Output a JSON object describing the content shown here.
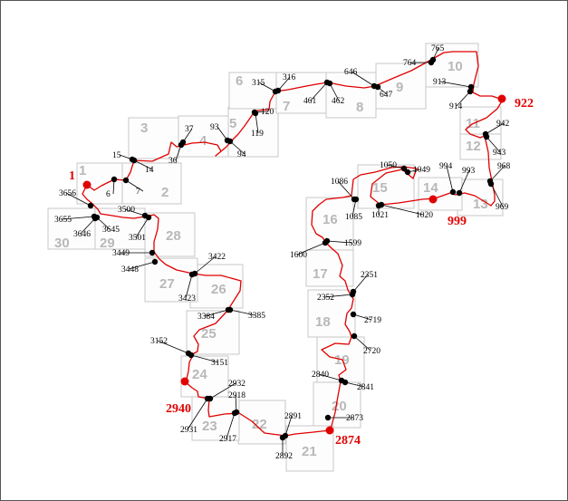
{
  "cells": [
    {
      "n": "1"
    },
    {
      "n": "2"
    },
    {
      "n": "3"
    },
    {
      "n": "4"
    },
    {
      "n": "5"
    },
    {
      "n": "6"
    },
    {
      "n": "7"
    },
    {
      "n": "8"
    },
    {
      "n": "9"
    },
    {
      "n": "10"
    },
    {
      "n": "11"
    },
    {
      "n": "12"
    },
    {
      "n": "13"
    },
    {
      "n": "14"
    },
    {
      "n": "15"
    },
    {
      "n": "16"
    },
    {
      "n": "17"
    },
    {
      "n": "18"
    },
    {
      "n": "19"
    },
    {
      "n": "20"
    },
    {
      "n": "21"
    },
    {
      "n": "22"
    },
    {
      "n": "23"
    },
    {
      "n": "24"
    },
    {
      "n": "25"
    },
    {
      "n": "26"
    },
    {
      "n": "27"
    },
    {
      "n": "28"
    },
    {
      "n": "29"
    },
    {
      "n": "30"
    }
  ],
  "points": [
    {
      "label": "1",
      "kind": "endpoint"
    },
    {
      "label": "6"
    },
    {
      "label": "7"
    },
    {
      "label": "14"
    },
    {
      "label": "15"
    },
    {
      "label": "36"
    },
    {
      "label": "37"
    },
    {
      "label": "93"
    },
    {
      "label": "94"
    },
    {
      "label": "119"
    },
    {
      "label": "120"
    },
    {
      "label": "315"
    },
    {
      "label": "316"
    },
    {
      "label": "461"
    },
    {
      "label": "462"
    },
    {
      "label": "646"
    },
    {
      "label": "647"
    },
    {
      "label": "764"
    },
    {
      "label": "765"
    },
    {
      "label": "913"
    },
    {
      "label": "914"
    },
    {
      "label": "922",
      "kind": "endpoint"
    },
    {
      "label": "942"
    },
    {
      "label": "943"
    },
    {
      "label": "968"
    },
    {
      "label": "969"
    },
    {
      "label": "994"
    },
    {
      "label": "993"
    },
    {
      "label": "999",
      "kind": "endpoint"
    },
    {
      "label": "1020"
    },
    {
      "label": "1021"
    },
    {
      "label": "1050"
    },
    {
      "label": "1049"
    },
    {
      "label": "1086"
    },
    {
      "label": "1085"
    },
    {
      "label": "1600"
    },
    {
      "label": "1599"
    },
    {
      "label": "2351"
    },
    {
      "label": "2352"
    },
    {
      "label": "2719"
    },
    {
      "label": "2720"
    },
    {
      "label": "2840"
    },
    {
      "label": "2841"
    },
    {
      "label": "2873"
    },
    {
      "label": "2874",
      "kind": "endpoint"
    },
    {
      "label": "2891"
    },
    {
      "label": "2892"
    },
    {
      "label": "2918"
    },
    {
      "label": "2917"
    },
    {
      "label": "2932"
    },
    {
      "label": "2931"
    },
    {
      "label": "2940",
      "kind": "endpoint"
    },
    {
      "label": "3151"
    },
    {
      "label": "3152"
    },
    {
      "label": "3385"
    },
    {
      "label": "3384"
    },
    {
      "label": "3422"
    },
    {
      "label": "3423"
    },
    {
      "label": "3448"
    },
    {
      "label": "3449"
    },
    {
      "label": "3501"
    },
    {
      "label": "3500"
    },
    {
      "label": "3645"
    },
    {
      "label": "3646"
    },
    {
      "label": "3655"
    },
    {
      "label": "3656"
    }
  ],
  "colors": {
    "route": "#e00000",
    "cell_border": "#c8c8c8",
    "cell_number": "#b8b8b8",
    "endpoint": "#e00000",
    "waypoint": "#000000"
  }
}
